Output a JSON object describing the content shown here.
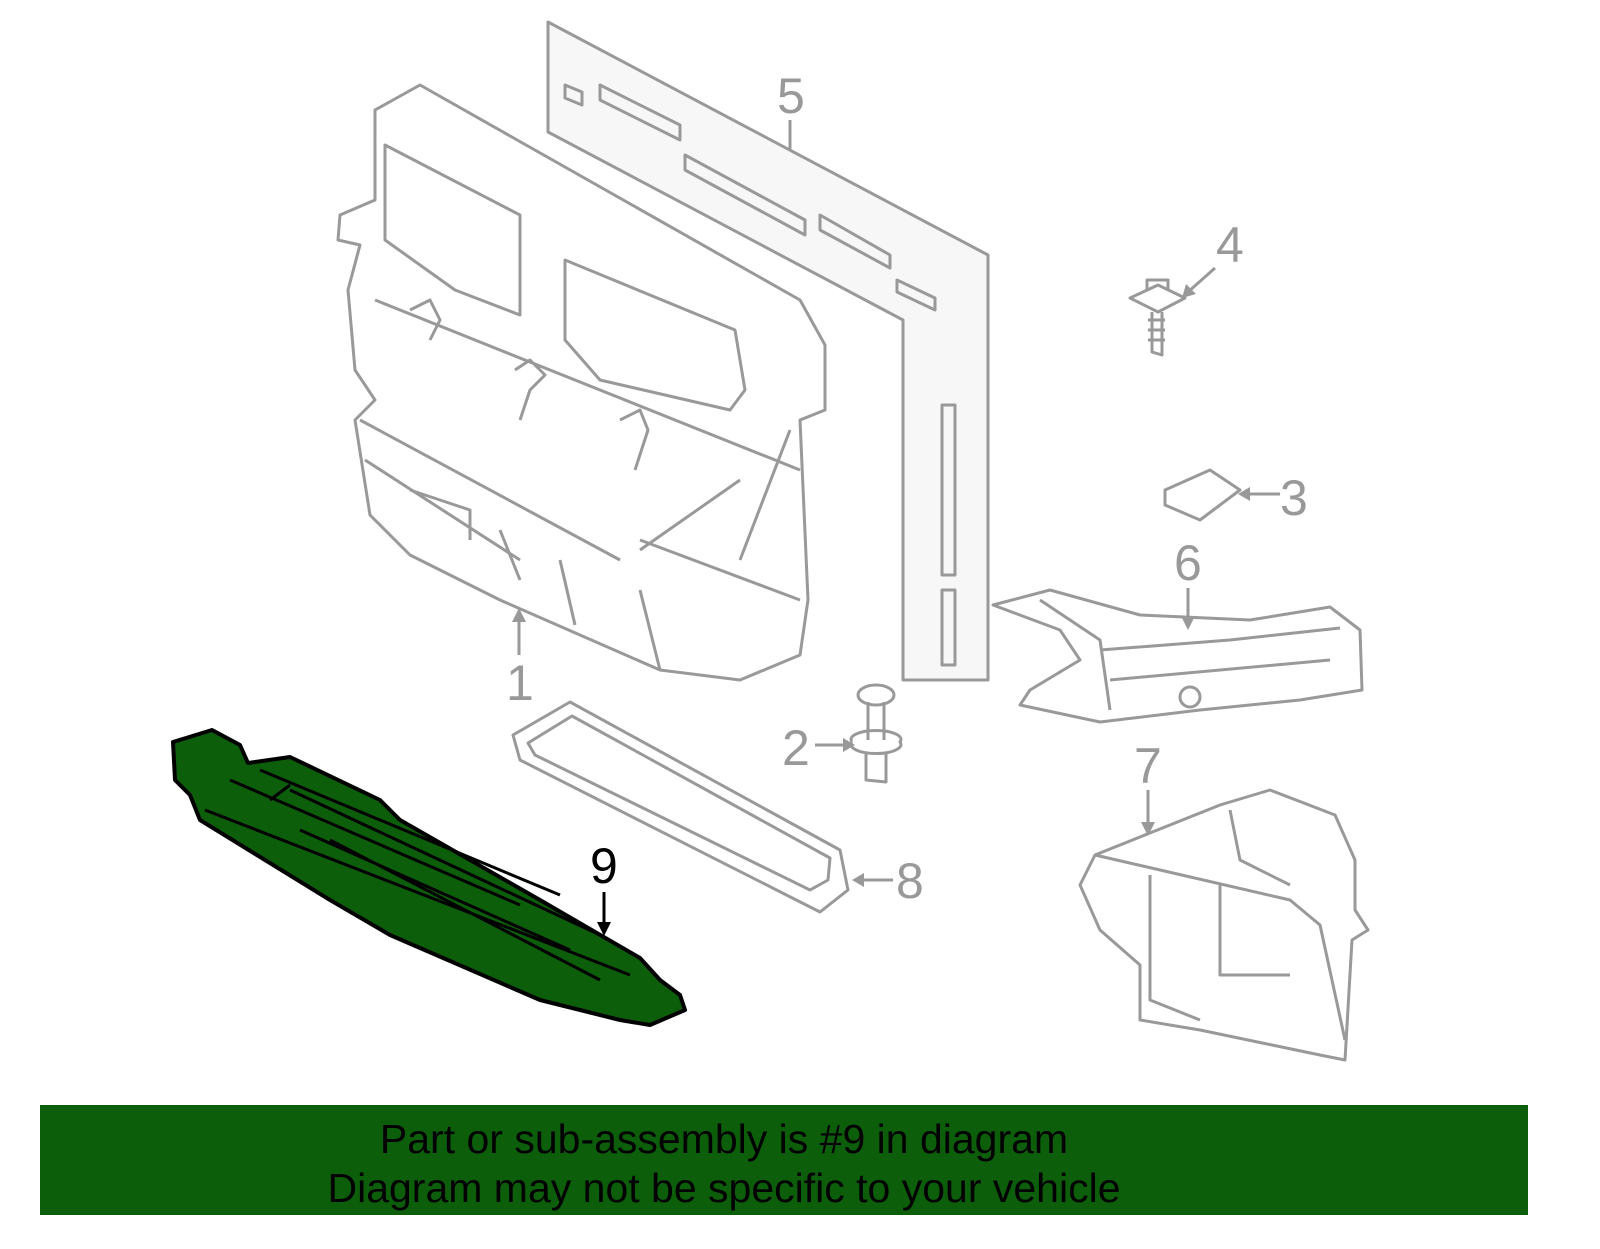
{
  "diagram": {
    "highlighted_part": "9",
    "highlight_color": "#0d5e0b",
    "callouts": [
      {
        "id": "1",
        "label": "1"
      },
      {
        "id": "2",
        "label": "2"
      },
      {
        "id": "3",
        "label": "3"
      },
      {
        "id": "4",
        "label": "4"
      },
      {
        "id": "5",
        "label": "5"
      },
      {
        "id": "6",
        "label": "6"
      },
      {
        "id": "7",
        "label": "7"
      },
      {
        "id": "8",
        "label": "8"
      },
      {
        "id": "9",
        "label": "9"
      }
    ]
  },
  "banner": {
    "line1": "Part or sub-assembly is #9 in diagram",
    "line2": "Diagram may not be specific to your vehicle",
    "background": "#0d5e0b"
  }
}
